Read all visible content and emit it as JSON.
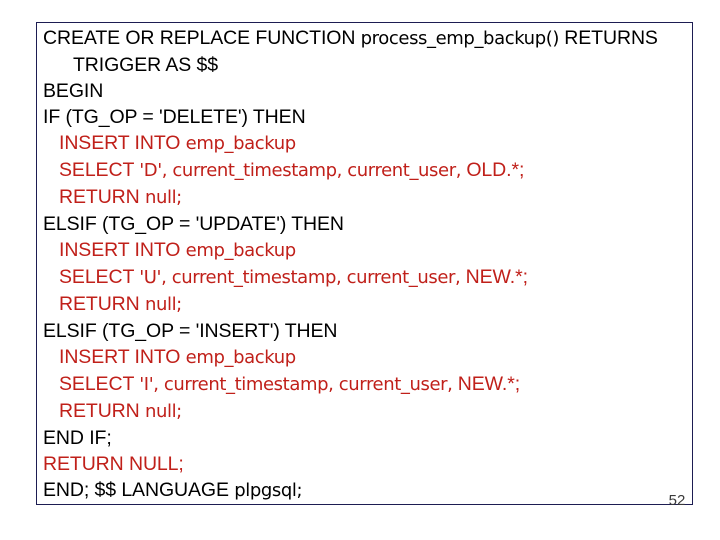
{
  "slide": {
    "page_number": "52",
    "border_color": "#1d1d52",
    "background_color": "#ffffff",
    "keyword_color": "#000000",
    "statement_color": "#c0201a"
  },
  "code": {
    "language": "plpgsql",
    "lines": [
      {
        "indent": "lvl-0",
        "color": "c-black",
        "head": "CREATE OR REPLACE FUNCTION ",
        "ident": "process_emp_backup()",
        "tail": " RETURNS"
      },
      {
        "indent": "lvl-cont",
        "color": "c-black",
        "head": "TRIGGER AS $$",
        "ident": "",
        "tail": ""
      },
      {
        "indent": "lvl-0",
        "color": "c-black",
        "head": "BEGIN",
        "ident": "",
        "tail": ""
      },
      {
        "indent": "lvl-0",
        "color": "c-black",
        "head": "IF (TG_OP = 'DELETE') THEN",
        "ident": "",
        "tail": ""
      },
      {
        "indent": "lvl-1",
        "color": "c-red",
        "head": "INSERT INTO ",
        "ident": "emp_backup",
        "tail": ""
      },
      {
        "indent": "lvl-1",
        "color": "c-red",
        "head": "SELECT ",
        "ident": "'D', current_timestamp, current_user, ",
        "tail": "OLD.*;"
      },
      {
        "indent": "lvl-1",
        "color": "c-red",
        "head": "RETURN ",
        "ident": "null;",
        "tail": ""
      },
      {
        "indent": "lvl-0",
        "color": "c-black",
        "head": "ELSIF (TG_OP = 'UPDATE') THEN",
        "ident": "",
        "tail": ""
      },
      {
        "indent": "lvl-1",
        "color": "c-red",
        "head": "INSERT INTO ",
        "ident": "emp_backup",
        "tail": ""
      },
      {
        "indent": "lvl-1",
        "color": "c-red",
        "head": "SELECT ",
        "ident": "'U', current_timestamp, current_user, ",
        "tail": "NEW.*;"
      },
      {
        "indent": "lvl-1",
        "color": "c-red",
        "head": "RETURN ",
        "ident": "null;",
        "tail": ""
      },
      {
        "indent": "lvl-0",
        "color": "c-black",
        "head": "ELSIF (TG_OP = 'INSERT') THEN",
        "ident": "",
        "tail": ""
      },
      {
        "indent": "lvl-1",
        "color": "c-red",
        "head": "INSERT INTO ",
        "ident": "emp_backup",
        "tail": ""
      },
      {
        "indent": "lvl-1",
        "color": "c-red",
        "head": "SELECT ",
        "ident": "'I', current_timestamp, current_user, ",
        "tail": "NEW.*;"
      },
      {
        "indent": "lvl-1",
        "color": "c-red",
        "head": "RETURN ",
        "ident": "null;",
        "tail": ""
      },
      {
        "indent": "lvl-0",
        "color": "c-black",
        "head": "END IF;",
        "ident": "",
        "tail": ""
      },
      {
        "indent": "lvl-0",
        "color": "c-red",
        "head": "RETURN NULL;",
        "ident": "",
        "tail": ""
      },
      {
        "indent": "lvl-0",
        "color": "c-black",
        "head": "END; $$ LANGUAGE ",
        "ident": "plpgsql;",
        "tail": ""
      }
    ]
  }
}
